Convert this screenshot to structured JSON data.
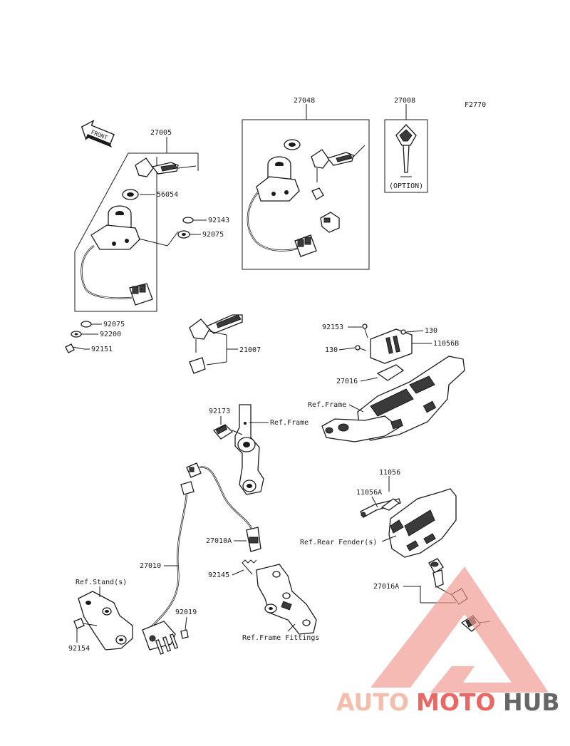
{
  "figure_code": "F2770",
  "front_label": "FRONT",
  "option_label": "(OPTION)",
  "parts": {
    "p27005": "27005",
    "p56054": "56054",
    "p92143": "92143",
    "p92075a": "92075",
    "p92075b": "92075",
    "p92200": "92200",
    "p92151": "92151",
    "p27048": "27048",
    "p27008": "27008",
    "p21007": "21007",
    "p92153": "92153",
    "p130a": "130",
    "p130b": "130",
    "p11056B": "11056B",
    "p27016": "27016",
    "p92173": "92173",
    "p27010A": "27010A",
    "p27010": "27010",
    "p92145": "92145",
    "p92019": "92019",
    "p92154": "92154",
    "p11056": "11056",
    "p11056A": "11056A",
    "p27016A": "27016A"
  },
  "refs": {
    "frame1": "Ref.Frame",
    "frame2": "Ref.Frame",
    "rear_fender": "Ref.Rear Fender(s)",
    "stand": "Ref.Stand(s)",
    "frame_fittings": "Ref.Frame Fittings"
  },
  "watermark": {
    "part1": "AUTO",
    "part2": "MOTO",
    "part3": "HUB",
    "color_light": "#f5b8a4",
    "color_red": "#ea5b57",
    "color_gray": "#5a5a5a"
  }
}
